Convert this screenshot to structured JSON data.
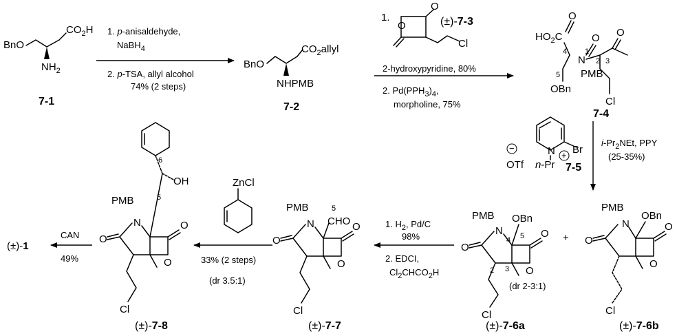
{
  "compounds": {
    "c71": {
      "label": "7-1",
      "bno": "BnO",
      "acid": "CO",
      "acid_sub": "2",
      "acid_h": "H",
      "nh": "NH",
      "nh_sub": "2"
    },
    "c72": {
      "label": "7-2",
      "bno": "BnO",
      "ester": "CO",
      "ester_sub": "2",
      "ester_tail": "allyl",
      "nh": "NHPMB"
    },
    "c73": {
      "prefix": "(±)-",
      "label": "7-3",
      "o1": "O",
      "o2": "O",
      "cl": "Cl"
    },
    "c74": {
      "label": "7-4",
      "acid": "HO",
      "acid_sub": "2",
      "acid_c": "C",
      "o1": "O",
      "o2": "O",
      "n": "N",
      "pmb": "PMB",
      "obn": "OBn",
      "cl": "Cl",
      "n1": "1",
      "n2": "2",
      "n3": "3",
      "n4": "4",
      "n5": "5"
    },
    "c75": {
      "label": "7-5",
      "n": "N",
      "br": "Br",
      "npr": "n",
      "npr_tail": "-Pr",
      "plus": "+",
      "minus": "−",
      "otf": "OTf"
    },
    "c76a": {
      "prefix": "(±)-",
      "label": "7-6a",
      "pmb": "PMB",
      "n": "N",
      "obn": "OBn",
      "o1": "O",
      "o2": "O",
      "o3": "O",
      "cl": "Cl",
      "n2": "2",
      "n3": "3",
      "n4": "4",
      "n5": "5"
    },
    "c76b": {
      "prefix": "(±)-",
      "label": "7-6b",
      "pmb": "PMB",
      "n": "N",
      "obn": "OBn",
      "o1": "O",
      "o2": "O",
      "o3": "O",
      "cl": "Cl"
    },
    "c77": {
      "prefix": "(±)-",
      "label": "7-7",
      "pmb": "PMB",
      "n": "N",
      "cho": "CHO",
      "n5": "5",
      "o1": "O",
      "o2": "O",
      "o3": "O",
      "cl": "Cl"
    },
    "c78": {
      "prefix": "(±)-",
      "label": "7-8",
      "pmb": "PMB",
      "n": "N",
      "oh": "OH",
      "n5": "5",
      "n6": "6",
      "o1": "O",
      "o2": "O",
      "o3": "O",
      "cl": "Cl"
    },
    "final": {
      "prefix": "(±)-",
      "label": "1"
    }
  },
  "steps": {
    "s1": {
      "l1_pre": "1. ",
      "l1_it": "p",
      "l1_post": "-anisaldehyde,",
      "l2": "NaBH",
      "l2_sub": "4",
      "l3_pre": "2. ",
      "l3_it": "p",
      "l3_post": "-TSA, allyl alcohol",
      "l4": "74% (2 steps)"
    },
    "s2": {
      "l1": "1.",
      "l2": "2-hydroxypyridine, 80%",
      "l3": "2. Pd(PPH",
      "l3_sub": "3",
      "l3_tail": ")",
      "l3_sub2": "4",
      "l3_end": ",",
      "l4": "morpholine, 75%"
    },
    "s3": {
      "l1_it": "i",
      "l1_a": "-Pr",
      "l1_sub": "2",
      "l1_b": "NEt, PPY",
      "l2": "(25-35%)"
    },
    "s4": {
      "dr": "(dr 2-3:1)",
      "plus": "+"
    },
    "s5": {
      "l1": "1. H",
      "l1_sub": "2",
      "l1_b": ", Pd/C",
      "l2": "98%",
      "l3": "2. EDCI,",
      "l4": "Cl",
      "l4_sub": "2",
      "l4_b": "CHCO",
      "l4_sub2": "2",
      "l4_c": "H"
    },
    "s6": {
      "zn": "ZnCl",
      "l1": "33% (2 steps)",
      "l2": "(dr 3.5:1)"
    },
    "s7": {
      "l1": "CAN",
      "l2": "49%"
    }
  }
}
